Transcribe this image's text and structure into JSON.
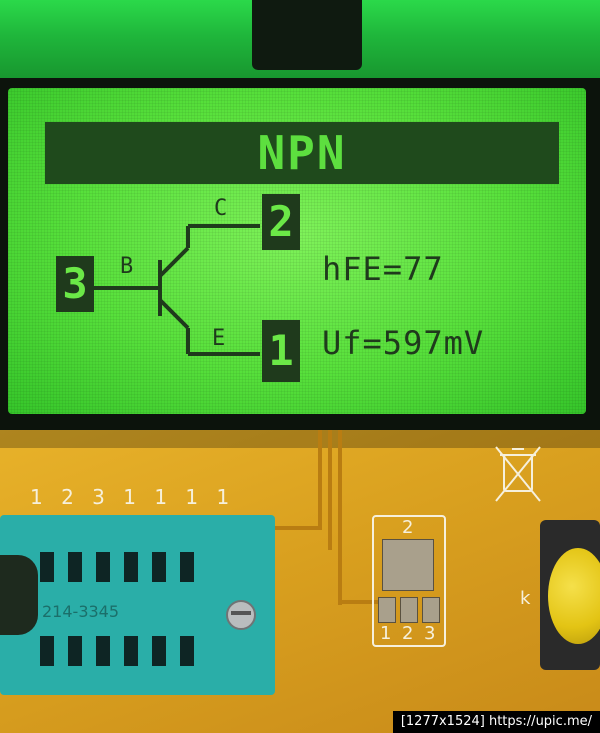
{
  "lcd": {
    "title": "NPN",
    "pins": {
      "base": "3",
      "collector": "2",
      "emitter": "1"
    },
    "labels": {
      "base": "B",
      "collector": "C",
      "emitter": "E"
    },
    "hfe": "hFE=77",
    "uf": "Uf=597mV"
  },
  "pcb": {
    "pin_numbers": "1 2 3 1 1 1 1",
    "socket_label": "214-3345",
    "smd_top": "2",
    "smd_bottom": [
      "1",
      "2",
      "3"
    ],
    "button_label": "k"
  },
  "watermark": "[1277x1524] https://upic.me/",
  "colors": {
    "lcd_green": "#57e03b",
    "lcd_dark": "#1f3a1c",
    "pcb_yellow": "#d9a01f",
    "zif_teal": "#2aaea8"
  },
  "icons": [
    "crossed-out-bin-icon",
    "screw-icon"
  ]
}
